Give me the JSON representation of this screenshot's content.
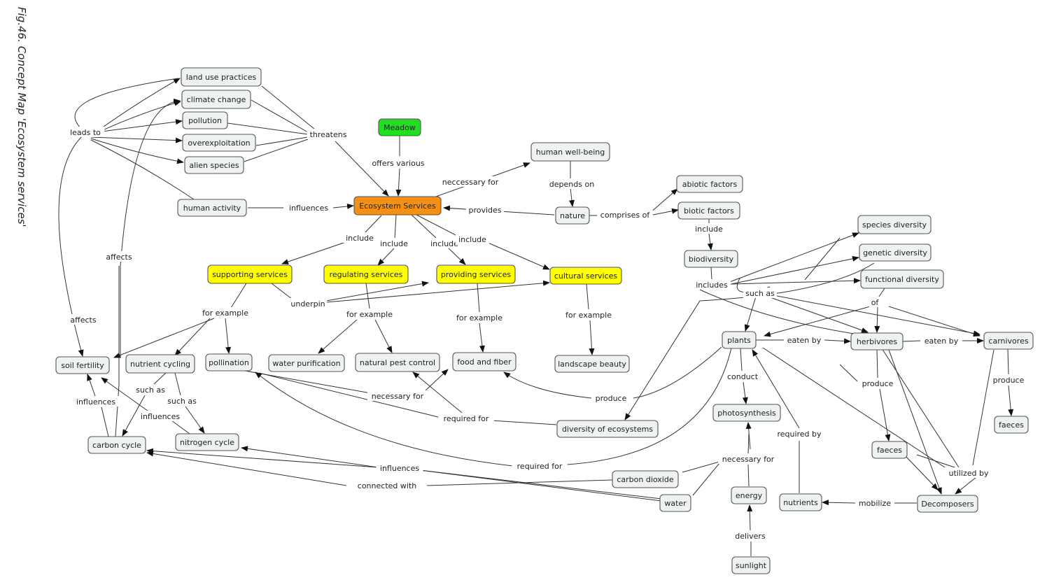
{
  "caption": "Fig.46. Concept Map 'Ecosystem services'",
  "colors": {
    "default": "#eef2f3",
    "meadow": "#22dd22",
    "ecosystem": "#f39015",
    "service": "#ffff00"
  },
  "nodes": {
    "land_use_practices": "land use practices",
    "climate_change": "climate change",
    "pollution": "pollution",
    "overexploitation": "overexploitation",
    "alien_species": "alien species",
    "human_activity": "human activity",
    "meadow": "Meadow",
    "ecosystem_services": "Ecosystem Services",
    "human_well_being": "human well-being",
    "nature": "nature",
    "abiotic_factors": "abiotic factors",
    "biotic_factors": "biotic factors",
    "biodiversity": "biodiversity",
    "species_diversity": "species diversity",
    "genetic_diversity": "genetic diversity",
    "functional_diversity": "functional diversity",
    "supporting_services": "supporting services",
    "regulating_services": "regulating services",
    "providing_services": "providing services",
    "cultural_services": "cultural services",
    "soil_fertility": "soil fertility",
    "nutrient_cycling": "nutrient cycling",
    "pollination": "pollination",
    "water_purification": "water purification",
    "natural_pest_control": "natural pest control",
    "food_and_fiber": "food and fiber",
    "landscape_beauty": "landscape beauty",
    "plants": "plants",
    "herbivores": "herbivores",
    "carnivores": "carnivores",
    "photosynthesis": "photosynthesis",
    "diversity_of_ecosystems": "diversity of ecosystems",
    "carbon_cycle": "carbon cycle",
    "nitrogen_cycle": "nitrogen cycle",
    "faeces_1": "faeces",
    "faeces_2": "faeces",
    "carbon_dioxide": "carbon dioxide",
    "water": "water",
    "energy": "energy",
    "nutrients": "nutrients",
    "decomposers": "Decomposers",
    "sunlight": "sunlight"
  },
  "labels": {
    "leads_to": "leads to",
    "threatens": "threatens",
    "offers_various": "offers various",
    "neccessary_for": "neccessary for",
    "depends_on": "depends on",
    "provides": "provides",
    "comprises_of": "comprises of",
    "influences_1": "influences",
    "include_biotic": "include",
    "include_1": "include",
    "include_2": "include",
    "include_3": "include",
    "include_4": "include",
    "includes": "includes",
    "affects_1": "affects",
    "affects_2": "affects",
    "such_as_1": "such as",
    "of": "of",
    "underpin": "underpin",
    "for_example_1": "for example",
    "for_example_2": "for example",
    "for_example_3": "for example",
    "for_example_4": "for example",
    "eaten_by_1": "eaten by",
    "eaten_by_2": "eaten by",
    "produce_1": "produce",
    "produce_2": "produce",
    "produce_3": "produce",
    "conduct": "conduct",
    "influences_2": "influences",
    "such_as_2": "such as",
    "such_as_3": "such as",
    "influences_3": "influences",
    "necessary_for_1": "necessary for",
    "required_for_1": "required for",
    "required_by": "required by",
    "utilized_by": "utilized by",
    "required_for_2": "required for",
    "influences_4": "influences",
    "necessary_for_2": "necessary for",
    "connected_with": "connected with",
    "mobilize": "mobilize",
    "delivers": "delivers"
  }
}
